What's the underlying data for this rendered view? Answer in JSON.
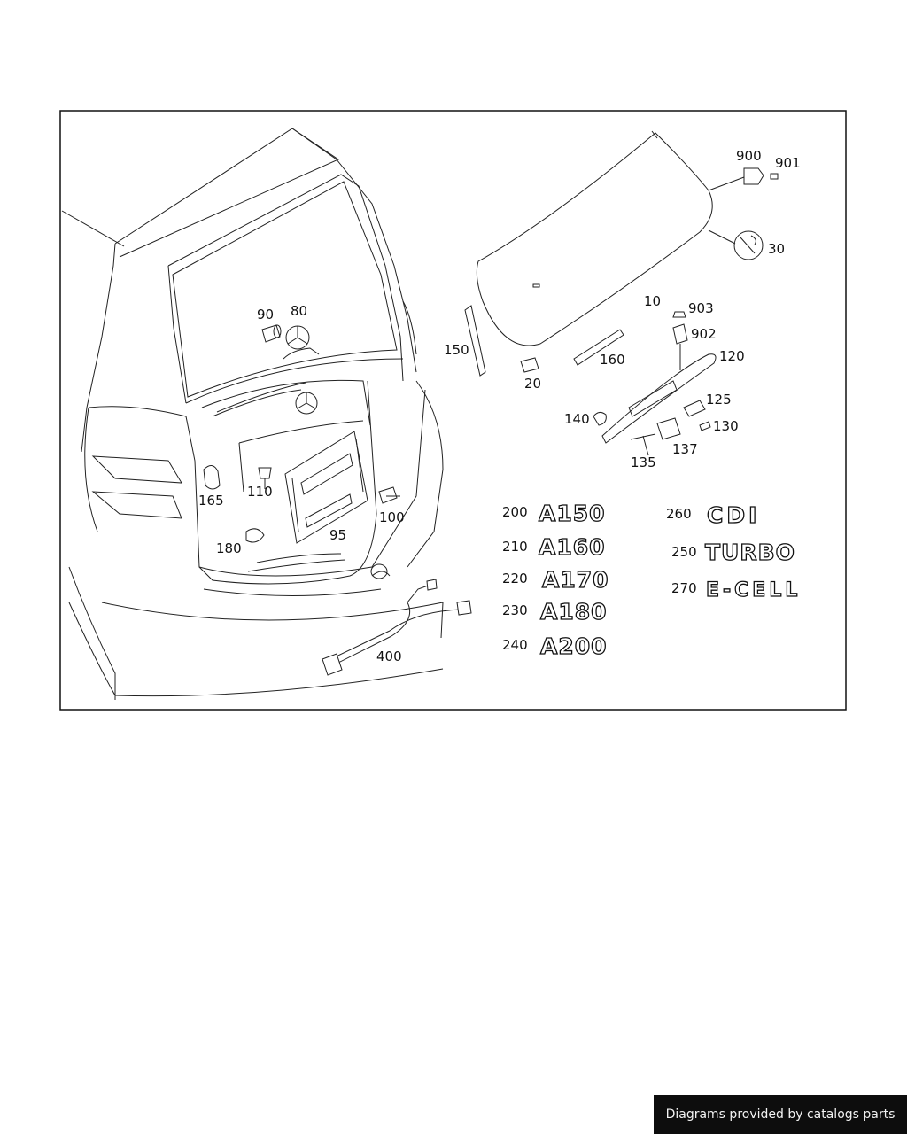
{
  "callouts": {
    "c10": "10",
    "c20": "20",
    "c30": "30",
    "c80": "80",
    "c90": "90",
    "c95": "95",
    "c100": "100",
    "c110": "110",
    "c120": "120",
    "c125": "125",
    "c130": "130",
    "c135": "135",
    "c137": "137",
    "c140": "140",
    "c150": "150",
    "c160": "160",
    "c165": "165",
    "c180": "180",
    "c200": "200",
    "c210": "210",
    "c220": "220",
    "c230": "230",
    "c240": "240",
    "c250": "250",
    "c260": "260",
    "c270": "270",
    "c400": "400",
    "c900": "900",
    "c901": "901",
    "c902": "902",
    "c903": "903"
  },
  "emblems": {
    "e200": "A150",
    "e210": "A160",
    "e220": "A170",
    "e230": "A180",
    "e240": "A200",
    "e260": "CDI",
    "e250": "TURBO",
    "e270": "E-CELL"
  },
  "footer": {
    "credit": "Diagrams provided by catalogs parts"
  }
}
